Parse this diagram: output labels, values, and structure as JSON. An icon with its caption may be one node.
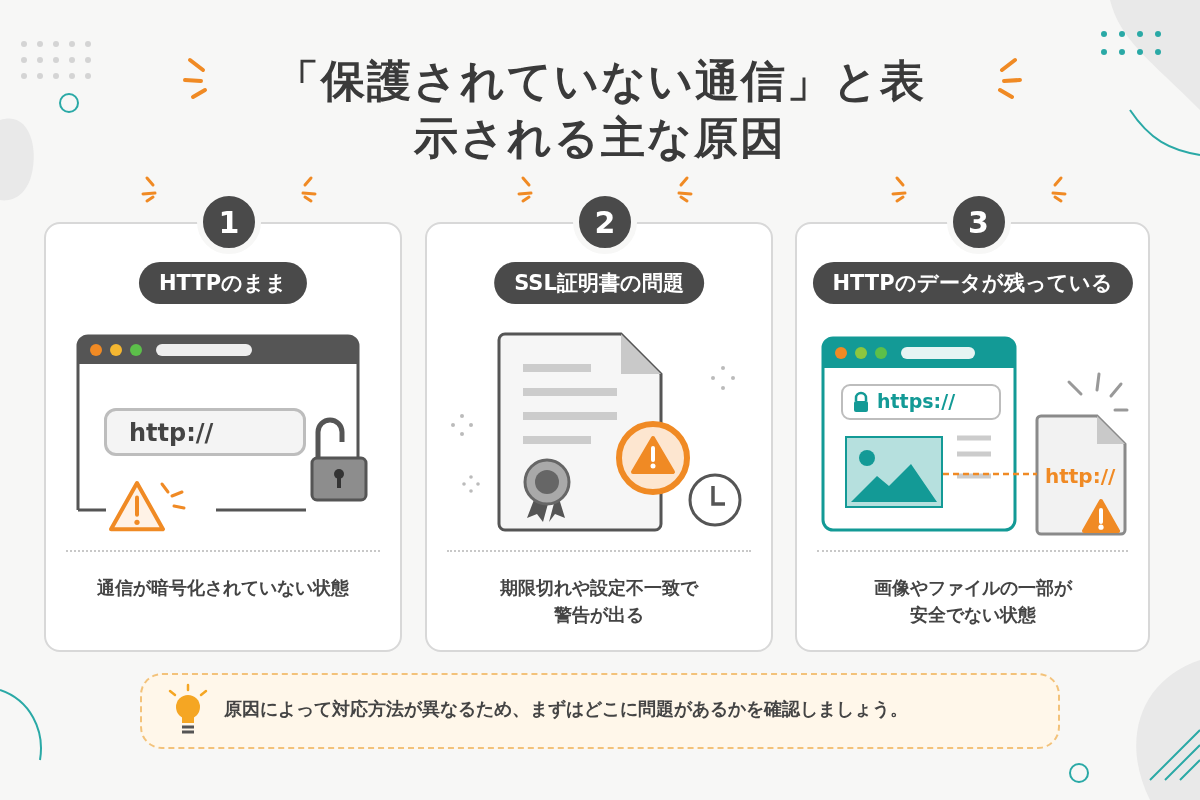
{
  "diagram": {
    "title": "「保護されていない通信」と表示される主な原因",
    "nodes": [
      {
        "text": [
          "HTTPのまま",
          "通信が暗号化されていない状態"
        ]
      },
      {
        "text": [
          "1"
        ]
      },
      {
        "text": [
          "http://"
        ],
        "in": 0
      },
      {
        "text": [
          "SSL証明書の問題",
          "期限切れや設定不一致で警告が出る"
        ]
      },
      {
        "text": [
          "2"
        ]
      },
      {
        "text": [
          "HTTPのデータが残っている",
          "画像やファイルの一部が安全でない状態"
        ]
      },
      {
        "text": [
          "3"
        ]
      },
      {
        "text": [
          "https://"
        ],
        "in": 5
      },
      {
        "text": [],
        "shape": "picture",
        "in": 5
      },
      {
        "text": [
          "http://"
        ],
        "in": 5
      },
      {
        "text": [
          "原因によって対応方法が異なるため、まずはどこに問題があるかを確認しましょう。"
        ]
      }
    ],
    "edges": [
      {
        "from": 8,
        "to": 9,
        "arrow": "none",
        "style": "dashed",
        "color": "#f08a24"
      }
    ]
  }
}
